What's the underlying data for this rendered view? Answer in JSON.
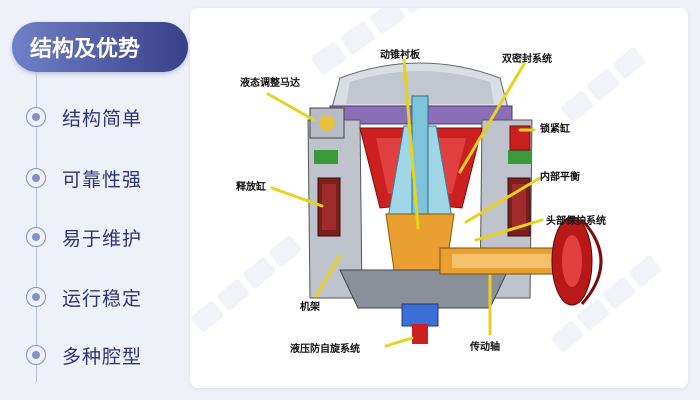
{
  "header": {
    "title": "结构及优势"
  },
  "features": [
    {
      "label": "结构简单"
    },
    {
      "label": "可靠性强"
    },
    {
      "label": "易于维护"
    },
    {
      "label": "运行稳定"
    },
    {
      "label": "多种腔型"
    }
  ],
  "diagram": {
    "labels": {
      "motor": "液态调整马达",
      "liner": "动锥衬板",
      "seal": "双密封系统",
      "lock": "锁紧缸",
      "release": "释放缸",
      "balance": "内部平衡",
      "head_protect": "头部保护系统",
      "frame": "机架",
      "anti_spin": "液压防自旋系统",
      "shaft": "传动轴"
    }
  },
  "colors": {
    "header_start": "#7080c8",
    "header_end": "#3a3f88",
    "accent": "#8390c6",
    "text": "#2c3478",
    "leader": "#e7d21e",
    "machine_red": "#cc2020",
    "machine_cyan": "#9fd7e8"
  }
}
